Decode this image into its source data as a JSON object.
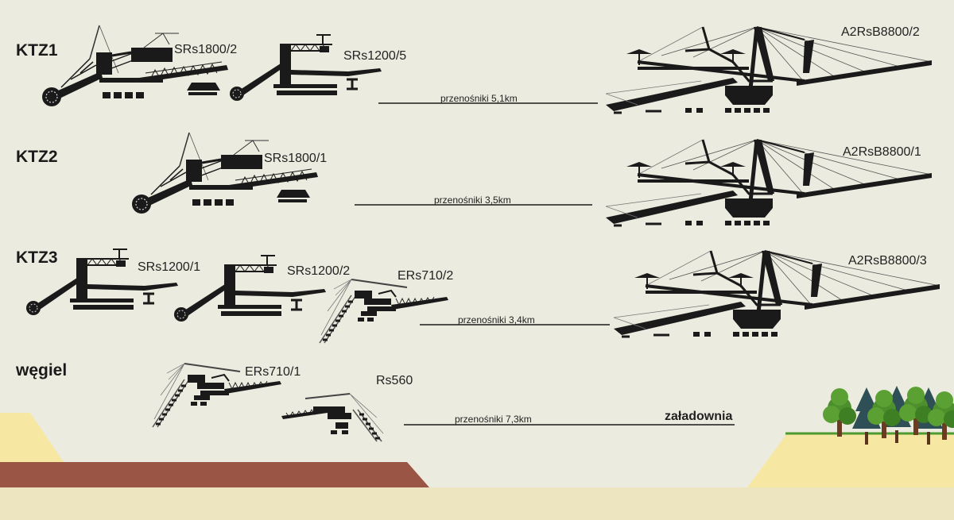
{
  "rows": [
    {
      "label": "KTZ1",
      "excavators": [
        "SRs1800/2",
        "SRs1200/5"
      ],
      "conveyor": "przenośniki  5,1km",
      "spreader": "A2RsB8800/2"
    },
    {
      "label": "KTZ2",
      "excavators": [
        "SRs1800/1"
      ],
      "conveyor": "przenośniki  3,5km",
      "spreader": "A2RsB8800/1"
    },
    {
      "label": "KTZ3",
      "excavators": [
        "SRs1200/1",
        "SRs1200/2",
        "ERs710/2"
      ],
      "conveyor": "przenośniki  3,4km",
      "spreader": "A2RsB8800/3"
    },
    {
      "label": "węgiel",
      "excavators": [
        "ERs710/1",
        "Rs560"
      ],
      "conveyor": "przenośniki  7,3km",
      "destination": "załadownia"
    }
  ],
  "colors": {
    "background": "#ecebdf",
    "overburden_sand": "#f6e8a2",
    "coal_seam": "#9b5545",
    "floor": "#ece5bf",
    "machine": "#1a1a1a"
  }
}
